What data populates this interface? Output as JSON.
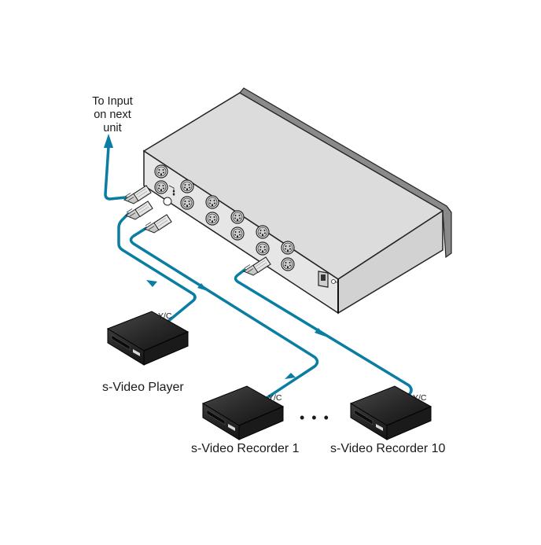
{
  "colors": {
    "cable": "#0a7da3",
    "cable_dark": "#06607e",
    "chassis_top": "#dcdcdc",
    "chassis_front": "#e6e6e6",
    "chassis_side": "#cfcfcf",
    "outline": "#222222",
    "device_body": "#1f1f1f",
    "label_text": "#1a1a1a"
  },
  "labels": {
    "next_unit": [
      "To Input",
      "on next",
      "unit"
    ],
    "player": "s-Video Player",
    "recorder_1": "s-Video Recorder 1",
    "recorder_10": "s-Video Recorder 10",
    "yc_player": "Y/C",
    "yc_recorder_1": "Y/C",
    "yc_recorder_10": "Y/C",
    "ellipsis": "• • •"
  },
  "icons": {
    "distribution_amplifier": "s-video-distribution-amplifier",
    "player_device": "vcr-icon",
    "recorder_device": "vcr-icon",
    "connector": "s-video-connector",
    "flow_arrow": "arrow-icon",
    "power_socket": "dc-power-socket-icon"
  }
}
